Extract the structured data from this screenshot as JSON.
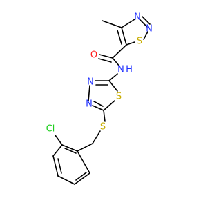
{
  "molecule": {
    "colors": {
      "carbon": "#000000",
      "nitrogen": "#1f2fff",
      "oxygen": "#ff1f1f",
      "sulfur": "#c8ad00",
      "chlorine": "#1fcf1f"
    },
    "atom_labels": {
      "N": "N",
      "NH": "H",
      "O": "O",
      "S": "S",
      "Cl": "Cl"
    }
  }
}
